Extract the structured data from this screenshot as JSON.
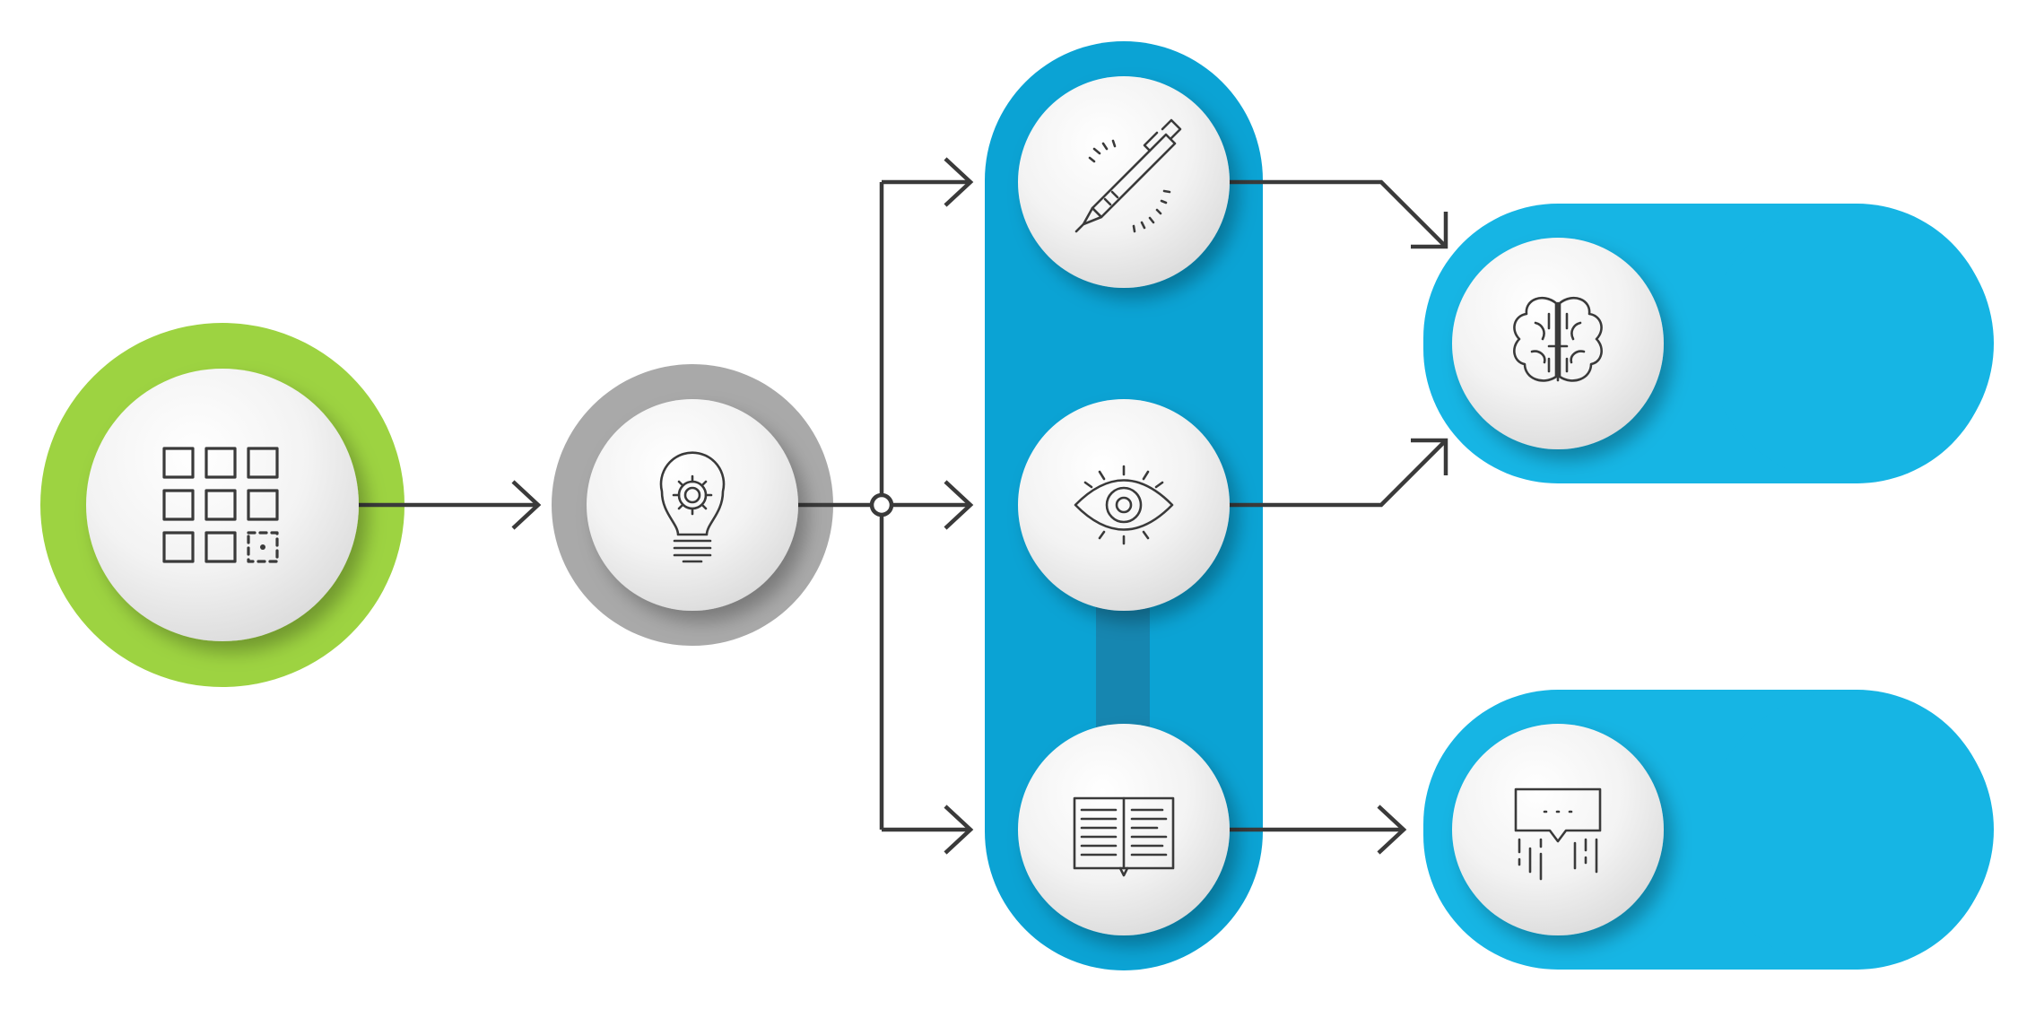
{
  "colors": {
    "green_ring": "#9dd341",
    "gray_ring": "#a9a9a9",
    "pillar_blue": "#0ba3d4",
    "pillar_dark": "#1686b0",
    "output_blue": "#16b5e4",
    "connector": "#3a3a3a",
    "icon_stroke": "#3a3a3a"
  },
  "nodes": [
    {
      "id": "source",
      "icon": "grid-icon"
    },
    {
      "id": "idea",
      "icon": "lightbulb-gear-icon"
    },
    {
      "id": "create",
      "icon": "pen-icon"
    },
    {
      "id": "observe",
      "icon": "eye-icon"
    },
    {
      "id": "read",
      "icon": "open-book-icon"
    },
    {
      "id": "think",
      "icon": "brain-icon"
    },
    {
      "id": "communicate",
      "icon": "speech-bubble-icon"
    }
  ],
  "edges": [
    {
      "from": "source",
      "to": "idea"
    },
    {
      "from": "idea",
      "to": "create"
    },
    {
      "from": "idea",
      "to": "observe"
    },
    {
      "from": "idea",
      "to": "read"
    },
    {
      "from": "create",
      "to": "think"
    },
    {
      "from": "observe",
      "to": "think"
    },
    {
      "from": "read",
      "to": "communicate"
    }
  ]
}
